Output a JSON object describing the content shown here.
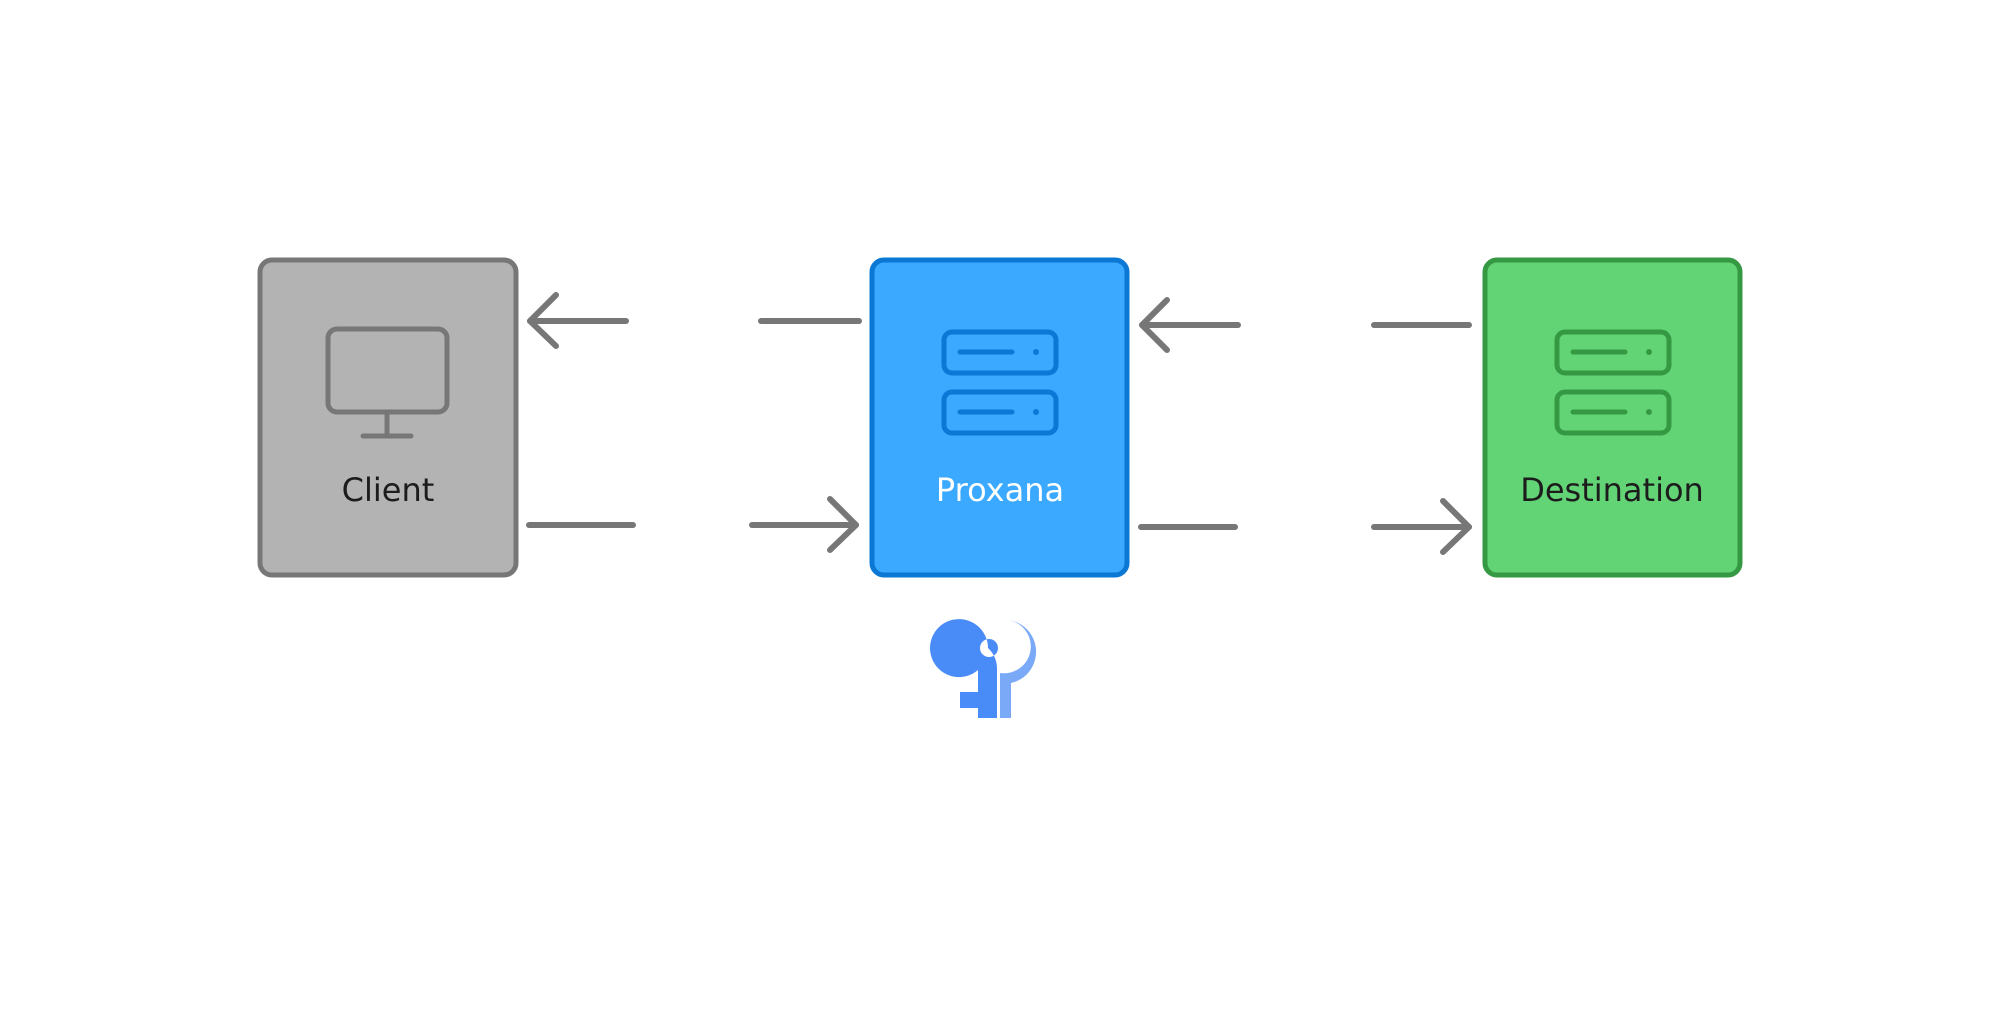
{
  "diagram": {
    "nodes": {
      "client": {
        "label": "Client",
        "icon": "monitor-icon",
        "fill": "#b3b3b3",
        "stroke": "#777777",
        "text_color": "#1c1c1c"
      },
      "proxy": {
        "label": "Proxana",
        "icon": "server-icon",
        "fill": "#3ba9ff",
        "stroke": "#0a78d4",
        "text_color": "#ffffff"
      },
      "destination": {
        "label": "Destination",
        "icon": "server-icon",
        "fill": "#63d476",
        "stroke": "#359944",
        "text_color": "#1c1c1c"
      }
    },
    "connectors": [
      {
        "from": "proxy",
        "to": "client",
        "style": "arrow"
      },
      {
        "from": "client",
        "to": "proxy",
        "style": "arrow"
      },
      {
        "from": "destination",
        "to": "proxy",
        "style": "arrow"
      },
      {
        "from": "proxy",
        "to": "destination",
        "style": "arrow"
      }
    ],
    "connector_color": "#777777",
    "badge": {
      "icon": "keys-icon",
      "colors": [
        "#4a8cf7",
        "#7aa9f8"
      ]
    }
  }
}
